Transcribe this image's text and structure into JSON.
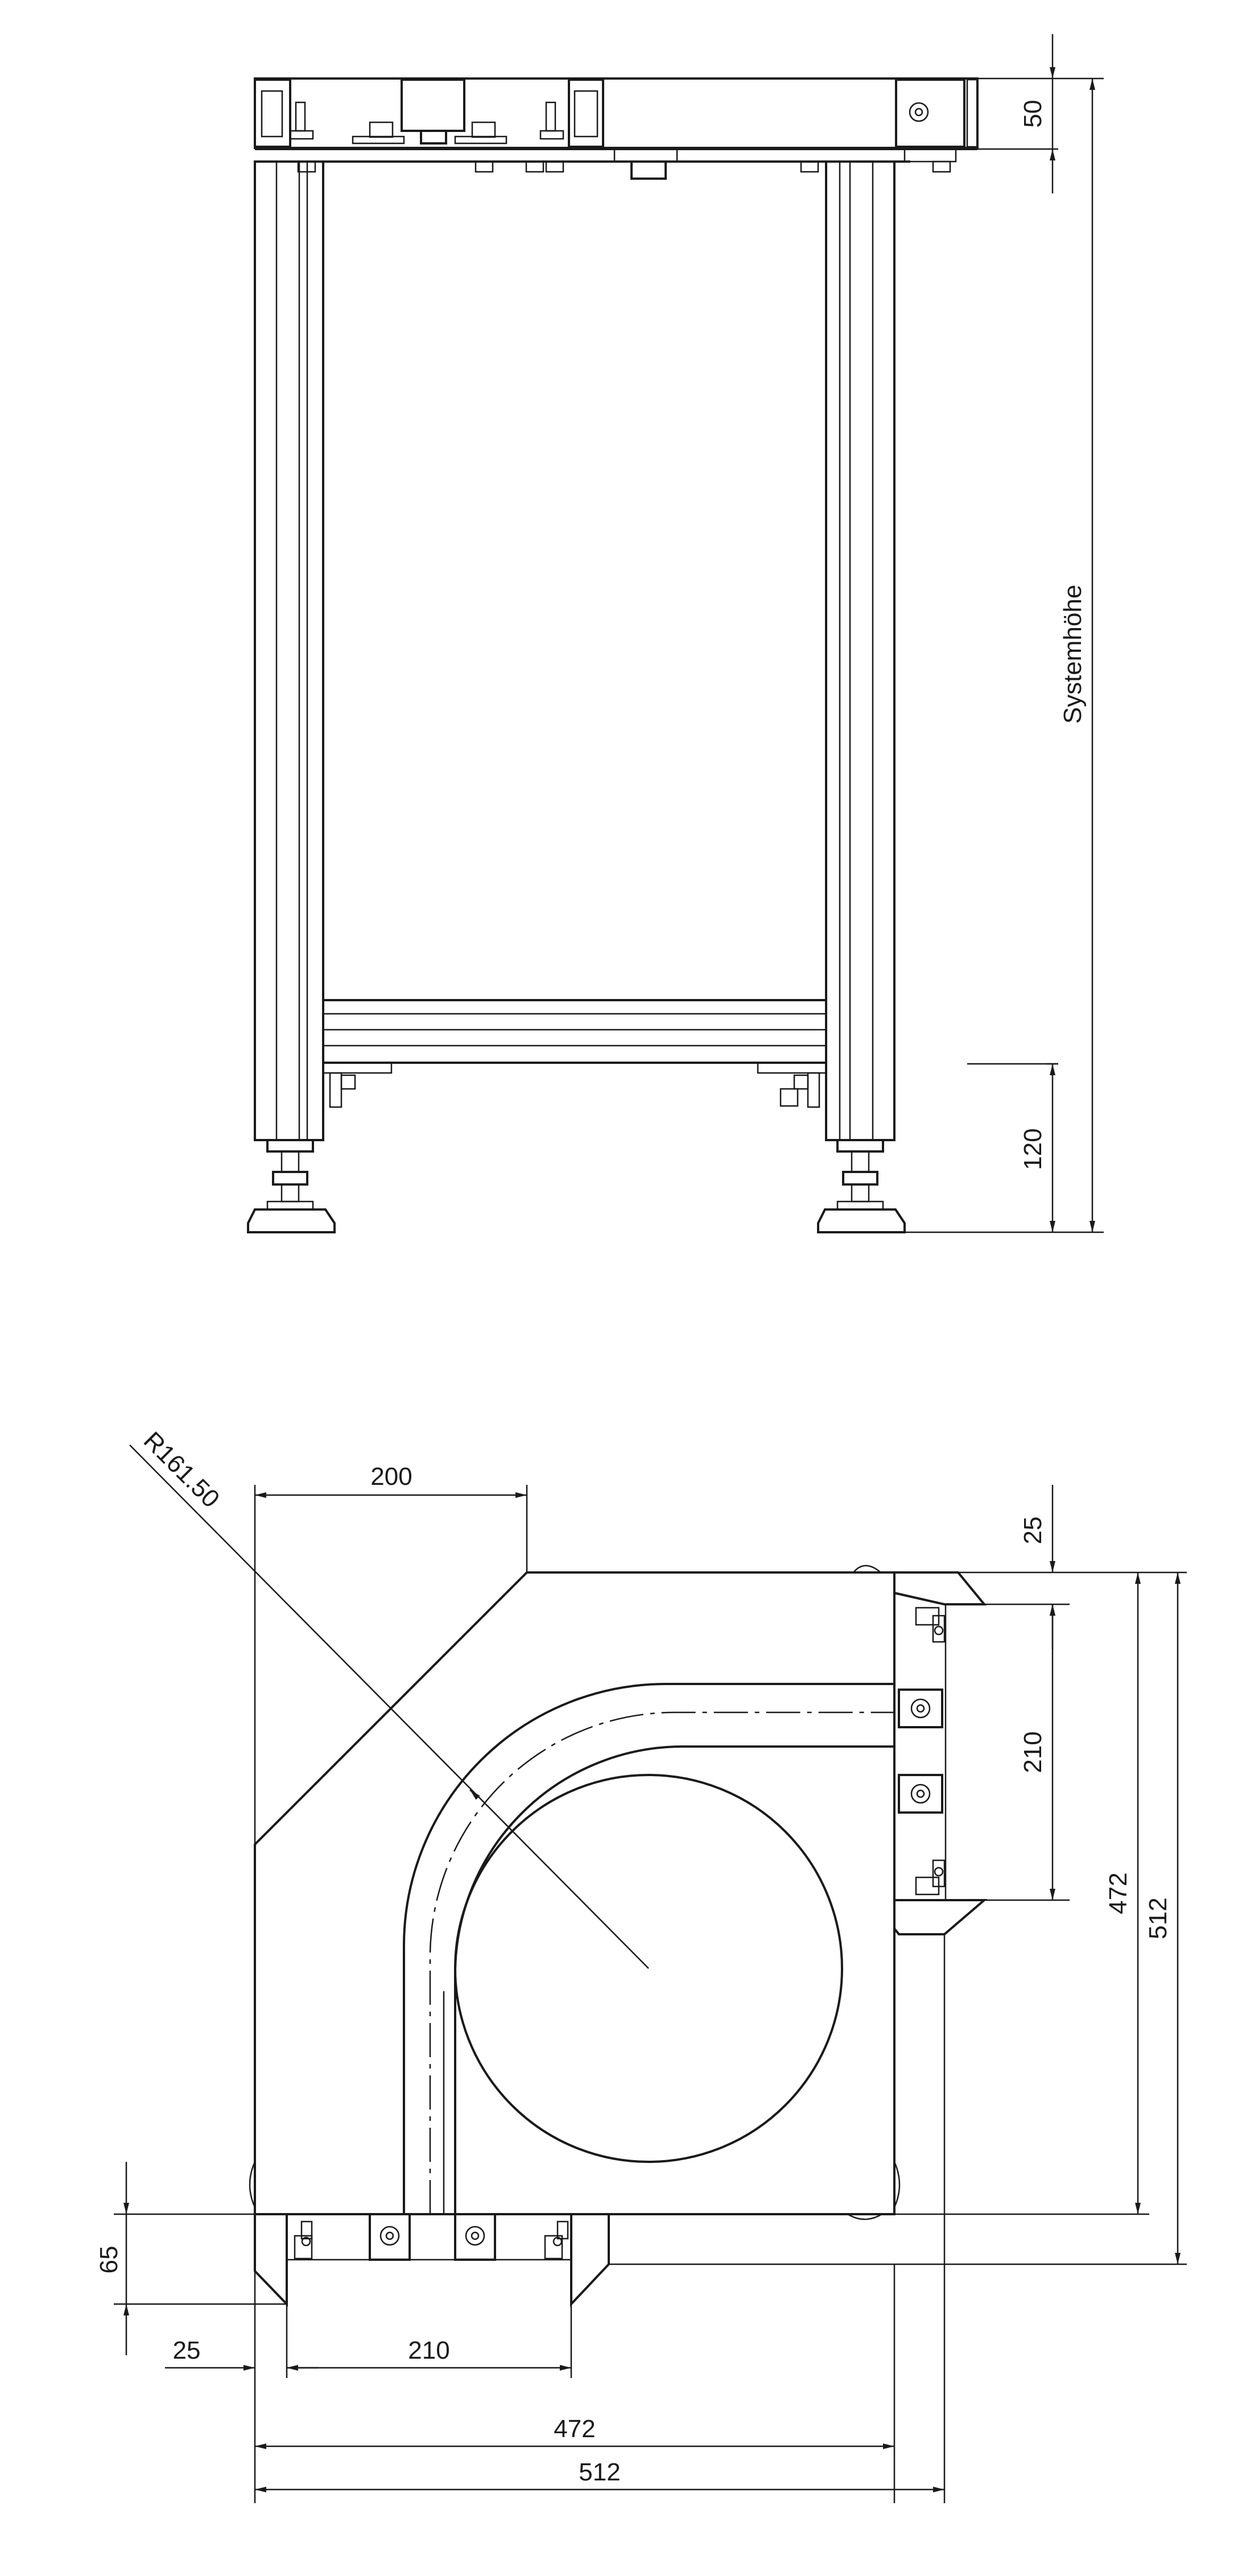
{
  "side_view": {
    "dim_top": "50",
    "dim_height": "Systemhöhe",
    "dim_foot": "120"
  },
  "top_view": {
    "radius": "R161.50",
    "dim_200": "200",
    "dim_25_top": "25",
    "dim_210_right": "210",
    "dim_472_right": "472",
    "dim_512_right": "512",
    "dim_65": "65",
    "dim_25_left": "25",
    "dim_210_bottom": "210",
    "dim_472_bottom": "472",
    "dim_512_bottom": "512"
  }
}
